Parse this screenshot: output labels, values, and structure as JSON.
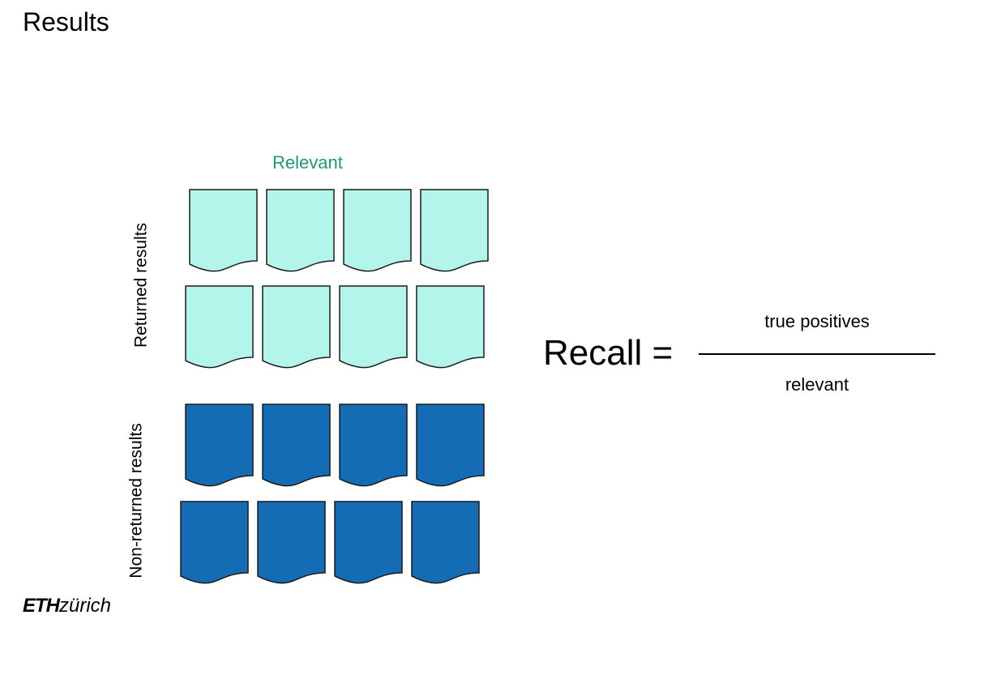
{
  "slide": {
    "title": "Results"
  },
  "diagram": {
    "column_label": "Relevant",
    "row_labels": {
      "returned": "Returned results",
      "non_returned": "Non-returned results"
    },
    "groups": [
      {
        "name": "returned-relevant",
        "rows": 2,
        "docs_per_row": 4,
        "fill_color": "#b3f5ea"
      },
      {
        "name": "non-returned-relevant",
        "rows": 2,
        "docs_per_row": 4,
        "fill_color": "#146cb4"
      }
    ],
    "label_color": "#1b9a7a"
  },
  "formula": {
    "lhs": "Recall =",
    "numerator": "true positives",
    "denominator": "relevant"
  },
  "logo": {
    "bold": "ETH",
    "light": "zürich"
  }
}
